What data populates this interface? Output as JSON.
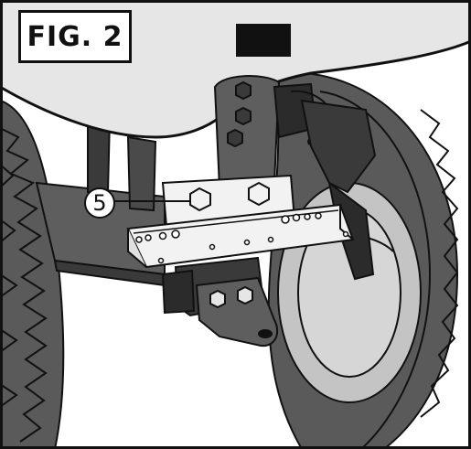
{
  "figure": {
    "label": "FIG. 2",
    "callouts": [
      {
        "number": "5",
        "target": "hex bolt"
      }
    ]
  },
  "colors": {
    "outline": "#111111",
    "body_fill": "#e6e6e6",
    "frame_fill": "#5e5e5e",
    "dark_fill": "#2b2b2b",
    "hub_fill": "#c4c4c4",
    "bracket_fill": "#f2f2f2",
    "background": "#ffffff"
  }
}
